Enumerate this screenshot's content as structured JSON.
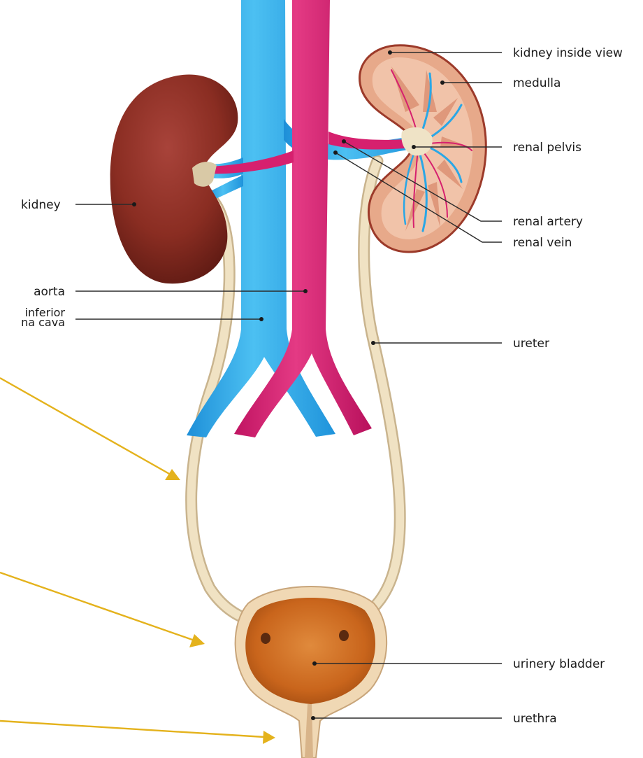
{
  "labels": {
    "kidney_inside_view": "kidney inside view",
    "medulla": "medulla",
    "renal_pelvis": "renal pelvis",
    "kidney": "kidney",
    "renal_artery": "renal artery",
    "renal_vein": "renal vein",
    "aorta": "aorta",
    "inferior": "inferior",
    "vena_cava": "na cava",
    "ureter": "ureter",
    "urinary_bladder": "urinery bladder",
    "urethra": "urethra"
  },
  "colors": {
    "vein_blue": "#2aa7e6",
    "artery_pink": "#d6206e",
    "kidney_dark": "#8a2d22",
    "kidney_inner": "#eeb59a",
    "ureter_cream": "#eedcb8",
    "bladder_orange": "#c9651c",
    "arrow_gold": "#e4b21c"
  }
}
